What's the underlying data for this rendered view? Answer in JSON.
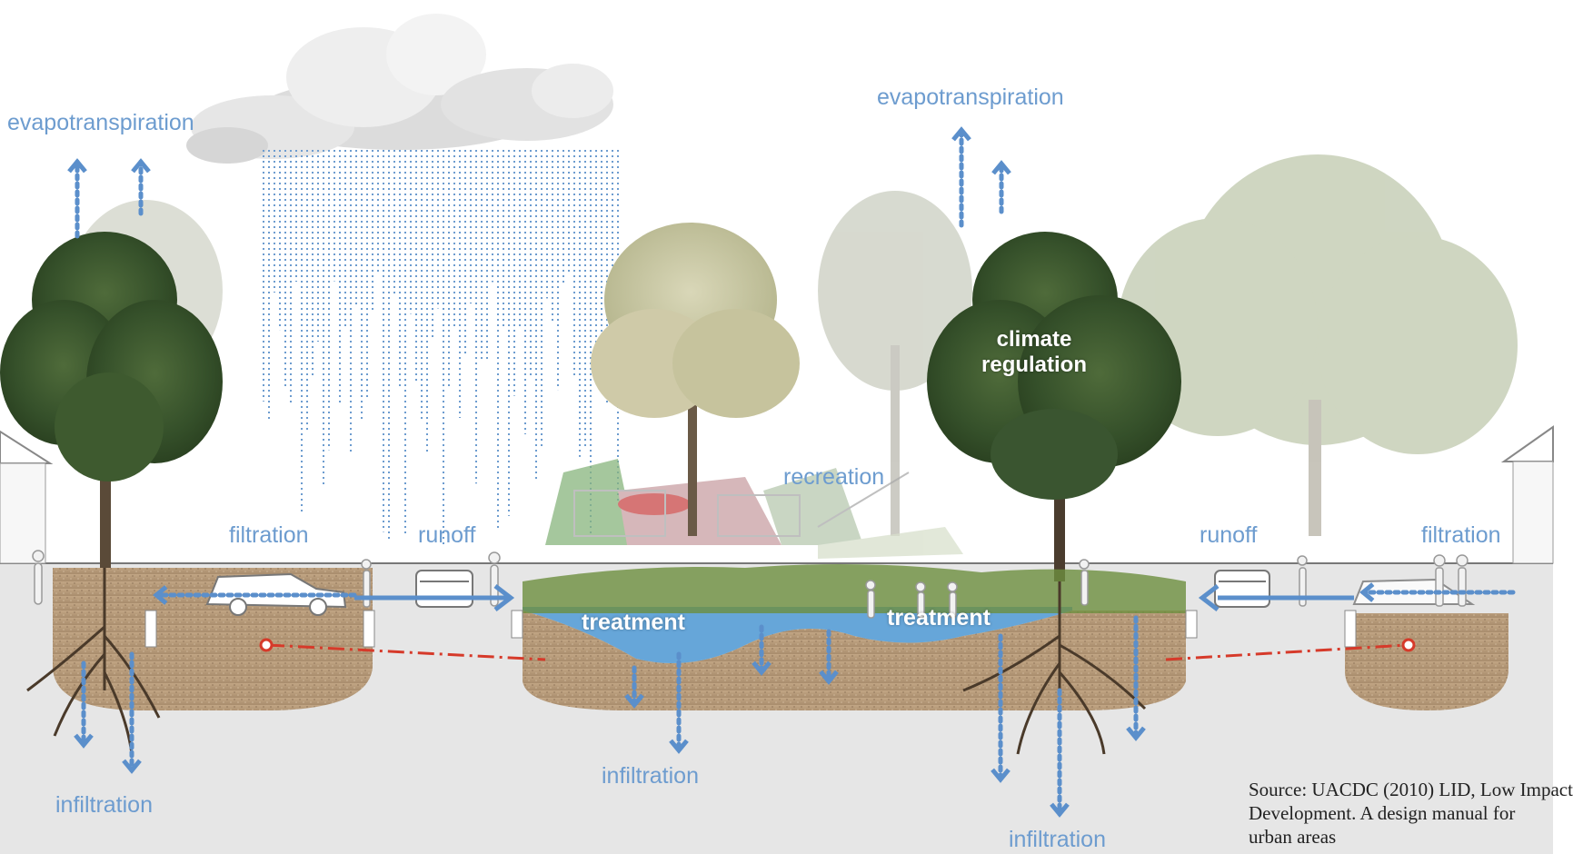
{
  "labels": {
    "evapotranspiration_left": "evapotranspiration",
    "evapotranspiration_right": "evapotranspiration",
    "filtration_left": "filtration",
    "filtration_right": "filtration",
    "runoff_left": "runoff",
    "runoff_right": "runoff",
    "recreation": "recreation",
    "climate_regulation_line1": "climate",
    "climate_regulation_line2": "regulation",
    "treatment_left": "treatment",
    "treatment_right": "treatment",
    "infiltration_left": "infiltration",
    "infiltration_center": "infiltration",
    "infiltration_right": "infiltration"
  },
  "source": {
    "line1": "Source: UACDC (2010) LID, Low Impact",
    "line2": "Development. A design manual for",
    "line3": "urban areas"
  },
  "colors": {
    "flow_arrow": "#5b8fcb",
    "label_blue": "#6d9ccf",
    "pipe": "#d63a2a",
    "soil": "#b79b7a",
    "water": "#4f9ad6",
    "ground": "#e8e8e8"
  }
}
